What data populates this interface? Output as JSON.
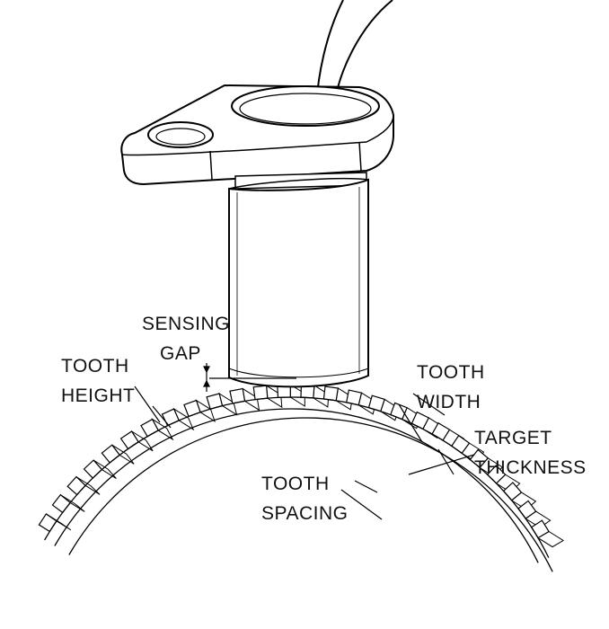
{
  "labels": {
    "sensing_gap": [
      "SENSING",
      "GAP"
    ],
    "tooth_height": [
      "TOOTH",
      "HEIGHT"
    ],
    "tooth_width": [
      "TOOTH",
      "WIDTH"
    ],
    "target_thickness": [
      "TARGET",
      "THICKNESS"
    ],
    "tooth_spacing": [
      "TOOTH",
      "SPACING"
    ]
  }
}
